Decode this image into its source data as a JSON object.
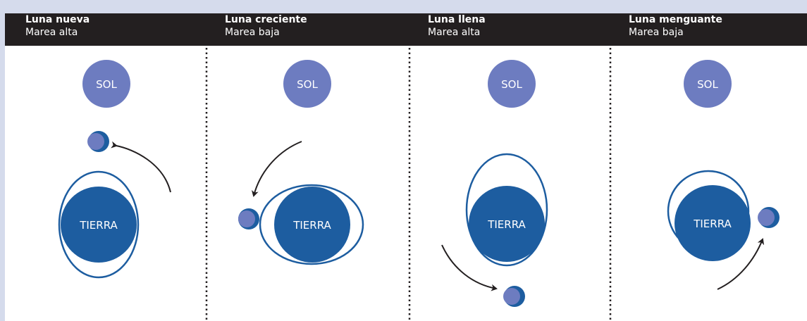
{
  "colors": {
    "background": "#d5dbec",
    "header": "#231f20",
    "sun": "#6d7cc0",
    "earth": "#1d5da0",
    "moon_light": "#6d7cc0",
    "moon_dark": "#1d5da0",
    "tide_outline": "#1d5da0",
    "arrow": "#231f20",
    "divider": "#231f20"
  },
  "phases": [
    {
      "title": "Luna nueva",
      "tide": "Marea alta",
      "sun_label": "SOL",
      "earth_label": "TIERRA"
    },
    {
      "title": "Luna creciente",
      "tide": "Marea baja",
      "sun_label": "SOL",
      "earth_label": "TIERRA"
    },
    {
      "title": "Luna llena",
      "tide": "Marea alta",
      "sun_label": "SOL",
      "earth_label": "TIERRA"
    },
    {
      "title": "Luna menguante",
      "tide": "Marea baja",
      "sun_label": "SOL",
      "earth_label": "TIERRA"
    }
  ]
}
